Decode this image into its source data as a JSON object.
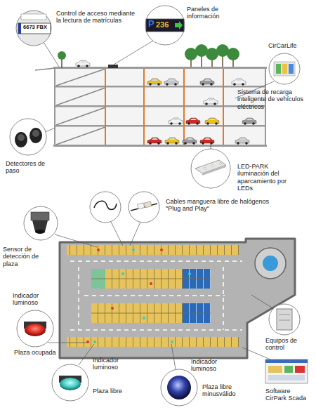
{
  "diagram": {
    "labels": [
      "Control de acceso mediante la lectura de matrículas",
      "6673 FBX",
      "Paneles de información",
      "P",
      "236",
      "CirCarLife",
      "Sistema de recarga inteligente de vehículos eléctricos",
      "Detectores de paso",
      "LED-PARK iluminación del aparcamiento por LEDs",
      "Cables manguera libre de halógenos \"Plug and Play\"",
      "Sensor de detección de plaza",
      "Equipos de control",
      "Indicador luminoso",
      "Plaza ocupada",
      "Indicador luminoso",
      "Plaza libre",
      "Indicador luminoso",
      "Plaza libre minusválido",
      "Software CirPark Scada"
    ]
  }
}
